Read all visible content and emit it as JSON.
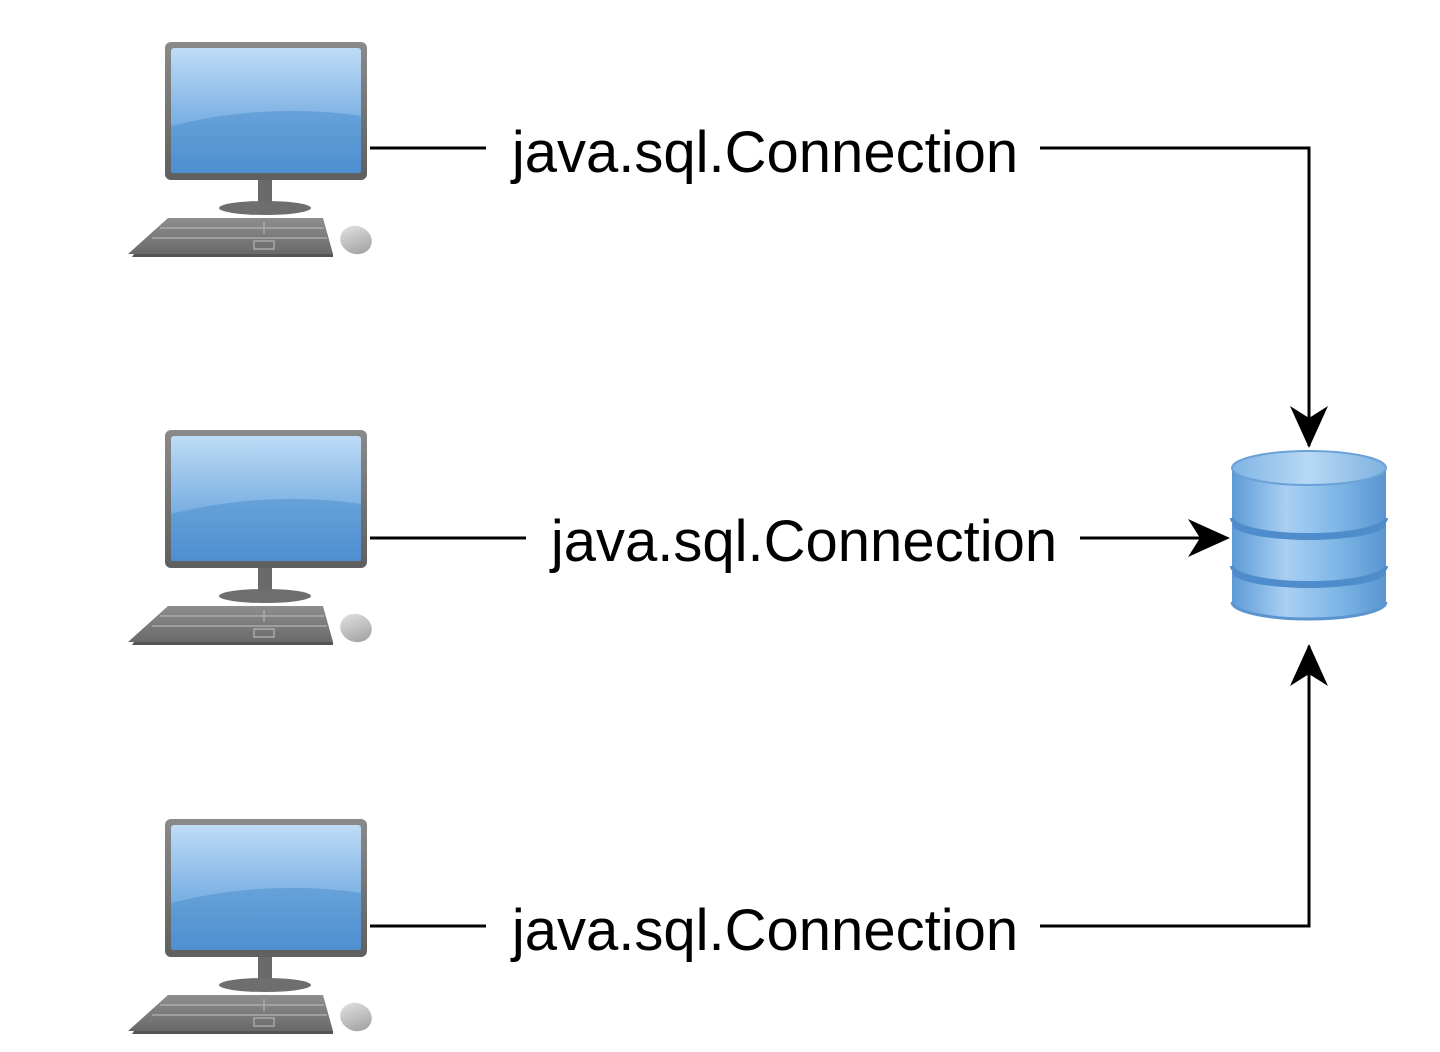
{
  "diagram": {
    "clients": [
      {
        "connection_label": "java.sql.Connection"
      },
      {
        "connection_label": "java.sql.Connection"
      },
      {
        "connection_label": "java.sql.Connection"
      }
    ],
    "icons": {
      "client": "desktop-computer-icon",
      "server": "database-icon"
    },
    "colors": {
      "screen": "#6ea4d8",
      "monitor_frame": "#6e6e6e",
      "database": "#76aee0",
      "line": "#000000"
    }
  }
}
